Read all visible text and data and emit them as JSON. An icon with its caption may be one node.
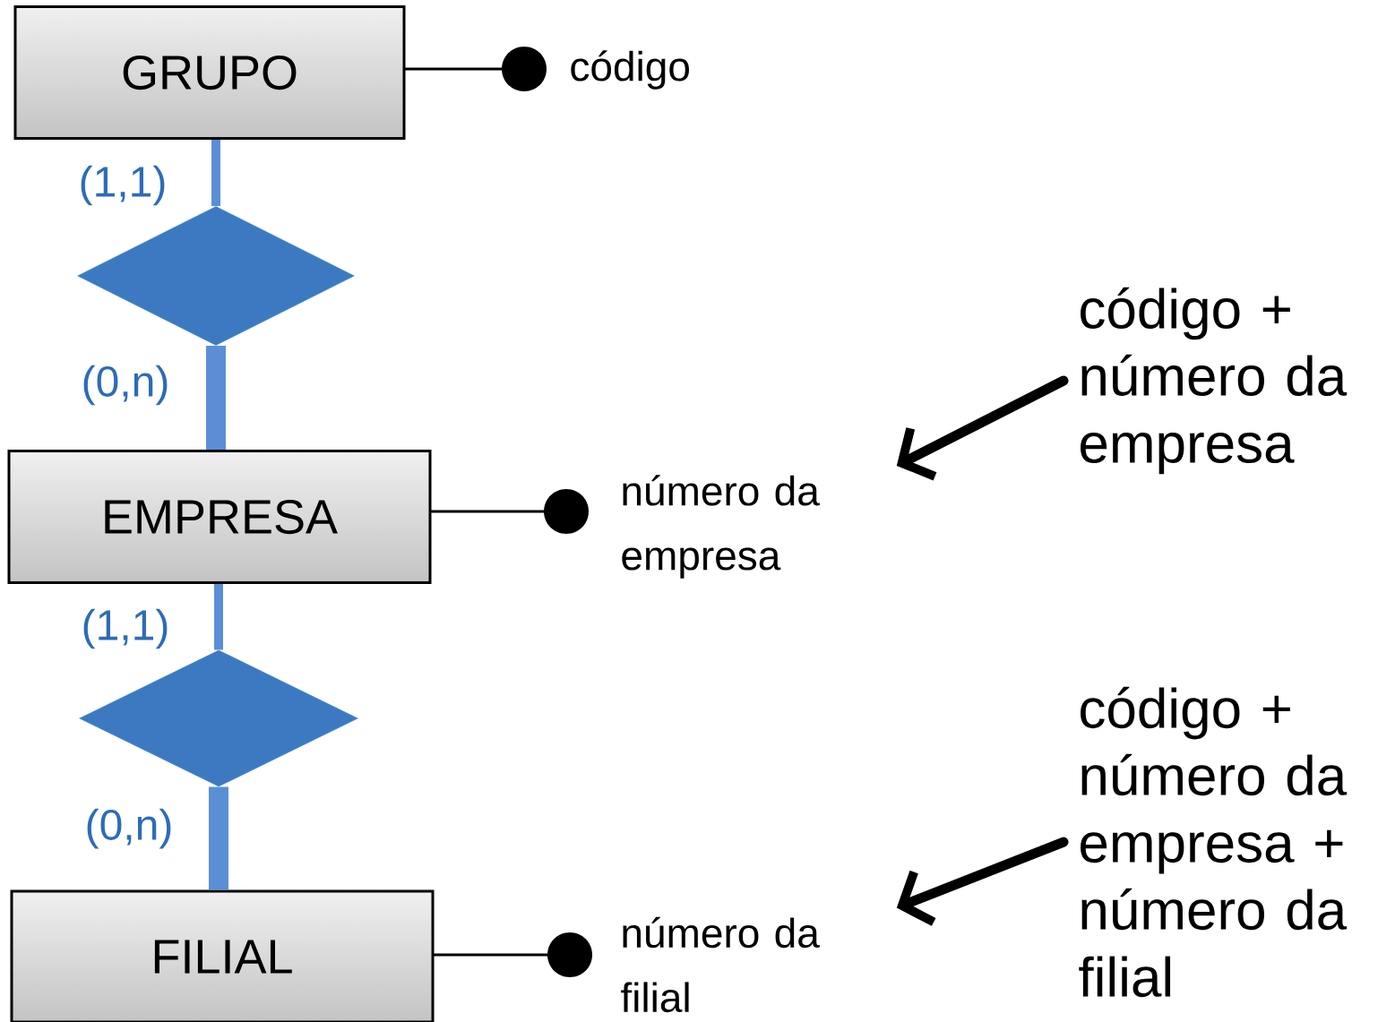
{
  "diagram": {
    "nodes": [
      {
        "text": [
          "GRUPO"
        ]
      },
      {
        "text": [],
        "shape": "circle",
        "beside": [
          "código"
        ]
      },
      {
        "text": [],
        "shape": "diamond"
      },
      {
        "text": [
          "EMPRESA"
        ]
      },
      {
        "text": [],
        "shape": "circle",
        "beside": [
          "número da empresa"
        ]
      },
      {
        "text": [],
        "shape": "diamond"
      },
      {
        "text": [
          "FILIAL"
        ]
      },
      {
        "text": [],
        "shape": "circle",
        "beside": [
          "número da filial"
        ]
      },
      {
        "text": [
          "código + número da empresa"
        ]
      },
      {
        "text": [
          "código + número da empresa + número da filial"
        ]
      }
    ],
    "edges": [
      {
        "from": 0,
        "to": 1,
        "arrow": "none"
      },
      {
        "from": 0,
        "to": 2,
        "arrow": "none",
        "label": "(1,1)",
        "color": "#5a8fd6"
      },
      {
        "from": 2,
        "to": 3,
        "arrow": "none",
        "label": "(0,n)",
        "style": "thick",
        "color": "#5a8fd6"
      },
      {
        "from": 3,
        "to": 4,
        "arrow": "none"
      },
      {
        "from": 3,
        "to": 5,
        "arrow": "none",
        "label": "(1,1)",
        "color": "#5a8fd6"
      },
      {
        "from": 5,
        "to": 6,
        "arrow": "none",
        "label": "(0,n)",
        "style": "thick",
        "color": "#5a8fd6"
      },
      {
        "from": 6,
        "to": 7,
        "arrow": "none"
      },
      {
        "from": 8,
        "to": 4,
        "arrow": "to"
      },
      {
        "from": 9,
        "to": 7,
        "arrow": "to"
      }
    ]
  }
}
